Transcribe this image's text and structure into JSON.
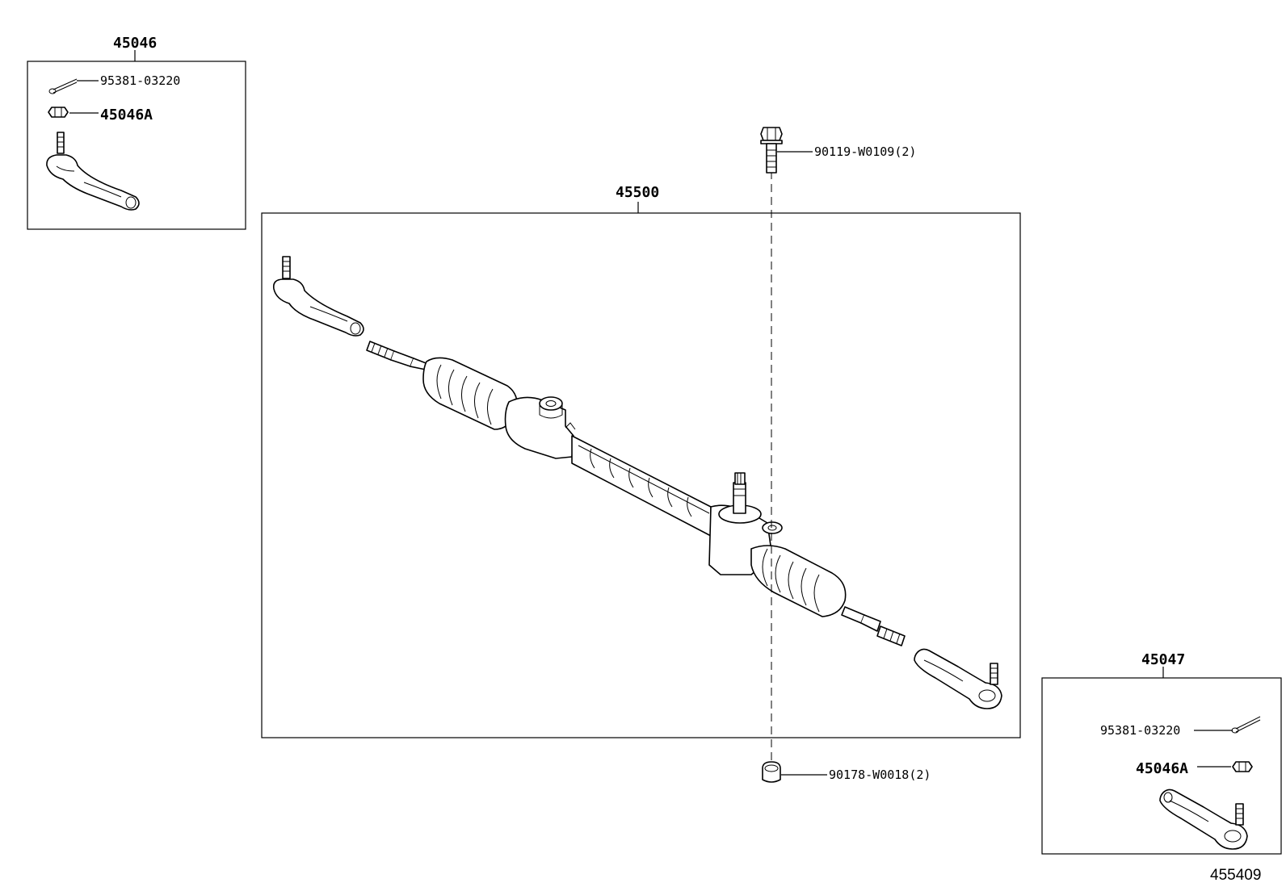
{
  "diagram": {
    "ref_number": "455409",
    "groups": {
      "tie_rod_end_left": {
        "part_number": "45046",
        "cotter_pin": "95381-03220",
        "nut": "45046A"
      },
      "rack_assembly": {
        "part_number": "45500"
      },
      "tie_rod_end_right": {
        "part_number": "45047",
        "cotter_pin": "95381-03220",
        "nut": "45046A"
      }
    },
    "fasteners": {
      "bolt": "90119-W0109(2)",
      "grommet": "90178-W0018(2)"
    }
  }
}
